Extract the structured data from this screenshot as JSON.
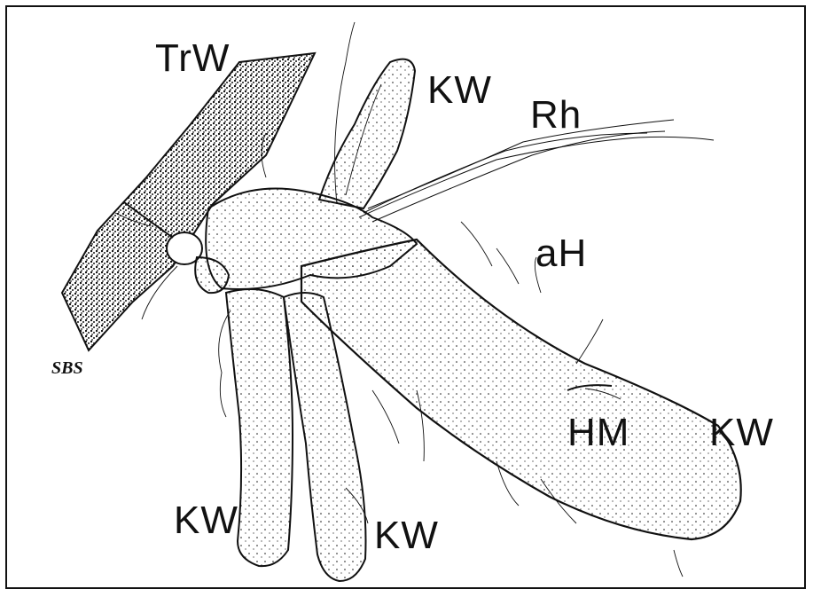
{
  "figure": {
    "labels": {
      "trw": "TrW",
      "kw_top": "KW",
      "rh": "Rh",
      "ah": "aH",
      "hm": "HM",
      "kw_right": "KW",
      "kw_bottom_left": "KW",
      "kw_bottom_mid": "KW"
    },
    "signature": "SBS",
    "colors": {
      "ink": "#111111",
      "paper": "#ffffff"
    }
  }
}
